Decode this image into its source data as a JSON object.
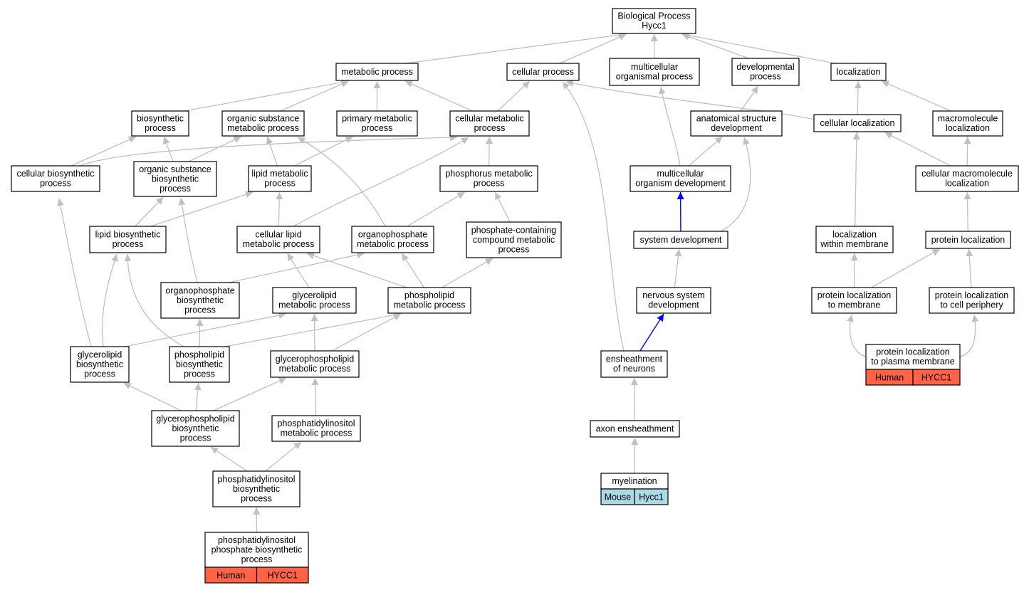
{
  "colors": {
    "edge_default": "#c0c0c0",
    "edge_highlight": "#0000ff",
    "human_tag": "#ff6347",
    "mouse_tag": "#add8e6"
  },
  "nodes": [
    {
      "id": "bp",
      "lines": [
        "Biological Process",
        "Hycc1"
      ]
    },
    {
      "id": "metabolic",
      "lines": [
        "metabolic process"
      ]
    },
    {
      "id": "cellular",
      "lines": [
        "cellular process"
      ]
    },
    {
      "id": "multicellular_org",
      "lines": [
        "multicellular",
        "organismal process"
      ]
    },
    {
      "id": "developmental",
      "lines": [
        "developmental",
        "process"
      ]
    },
    {
      "id": "localization",
      "lines": [
        "localization"
      ]
    },
    {
      "id": "biosynthetic",
      "lines": [
        "biosynthetic",
        "process"
      ]
    },
    {
      "id": "org_sub_met",
      "lines": [
        "organic substance",
        "metabolic process"
      ]
    },
    {
      "id": "primary_met",
      "lines": [
        "primary metabolic",
        "process"
      ]
    },
    {
      "id": "cell_met",
      "lines": [
        "cellular metabolic",
        "process"
      ]
    },
    {
      "id": "anat_dev",
      "lines": [
        "anatomical structure",
        "development"
      ]
    },
    {
      "id": "cell_loc",
      "lines": [
        "cellular localization"
      ]
    },
    {
      "id": "macro_loc",
      "lines": [
        "macromolecule",
        "localization"
      ]
    },
    {
      "id": "cell_bios",
      "lines": [
        "cellular biosynthetic",
        "process"
      ]
    },
    {
      "id": "org_sub_bios",
      "lines": [
        "organic substance",
        "biosynthetic",
        "process"
      ]
    },
    {
      "id": "lipid_met",
      "lines": [
        "lipid metabolic",
        "process"
      ]
    },
    {
      "id": "phos_met",
      "lines": [
        "phosphorus metabolic",
        "process"
      ]
    },
    {
      "id": "multi_dev",
      "lines": [
        "multicellular",
        "organism development"
      ]
    },
    {
      "id": "cell_macro_loc",
      "lines": [
        "cellular macromolecule",
        "localization"
      ]
    },
    {
      "id": "lipid_bios",
      "lines": [
        "lipid biosynthetic",
        "process"
      ]
    },
    {
      "id": "cell_lipid_met",
      "lines": [
        "cellular lipid",
        "metabolic process"
      ]
    },
    {
      "id": "orgphos_met",
      "lines": [
        "organophosphate",
        "metabolic process"
      ]
    },
    {
      "id": "phoscont_met",
      "lines": [
        "phosphate-containing",
        "compound metabolic",
        "process"
      ]
    },
    {
      "id": "sys_dev",
      "lines": [
        "system development"
      ]
    },
    {
      "id": "loc_memb",
      "lines": [
        "localization",
        "within membrane"
      ]
    },
    {
      "id": "prot_loc",
      "lines": [
        "protein localization"
      ]
    },
    {
      "id": "orgphos_bios",
      "lines": [
        "organophosphate",
        "biosynthetic",
        "process"
      ]
    },
    {
      "id": "glyc_met",
      "lines": [
        "glycerolipid",
        "metabolic process"
      ]
    },
    {
      "id": "phlip_met",
      "lines": [
        "phospholipid",
        "metabolic process"
      ]
    },
    {
      "id": "nerv_dev",
      "lines": [
        "nervous system",
        "development"
      ]
    },
    {
      "id": "prot_loc_memb",
      "lines": [
        "protein localization",
        "to membrane"
      ]
    },
    {
      "id": "prot_loc_peri",
      "lines": [
        "protein localization",
        "to cell periphery"
      ]
    },
    {
      "id": "glyc_bios",
      "lines": [
        "glycerolipid",
        "biosynthetic",
        "process"
      ]
    },
    {
      "id": "phlip_bios",
      "lines": [
        "phospholipid",
        "biosynthetic",
        "process"
      ]
    },
    {
      "id": "gphlip_met",
      "lines": [
        "glycerophospholipid",
        "metabolic process"
      ]
    },
    {
      "id": "enshe_neur",
      "lines": [
        "ensheathment",
        "of neurons"
      ]
    },
    {
      "id": "prot_loc_pm",
      "lines": [
        "protein localization",
        "to plasma membrane"
      ],
      "tags": [
        {
          "species": "Human",
          "gene": "HYCC1",
          "kind": "human"
        }
      ]
    },
    {
      "id": "gphlip_bios",
      "lines": [
        "glycerophospholipid",
        "biosynthetic",
        "process"
      ]
    },
    {
      "id": "pi_met",
      "lines": [
        "phosphatidylinositol",
        "metabolic process"
      ]
    },
    {
      "id": "axon_enshe",
      "lines": [
        "axon ensheathment"
      ]
    },
    {
      "id": "pi_bios",
      "lines": [
        "phosphatidylinositol",
        "biosynthetic",
        "process"
      ]
    },
    {
      "id": "myelination",
      "lines": [
        "myelination"
      ],
      "tags": [
        {
          "species": "Mouse",
          "gene": "Hycc1",
          "kind": "mouse"
        }
      ]
    },
    {
      "id": "pip_bios",
      "lines": [
        "phosphatidylinositol",
        "phosphate biosynthetic",
        "process"
      ],
      "tags": [
        {
          "species": "Human",
          "gene": "HYCC1",
          "kind": "human"
        }
      ]
    }
  ],
  "edges": [
    {
      "from": "metabolic",
      "to": "bp"
    },
    {
      "from": "cellular",
      "to": "bp"
    },
    {
      "from": "multicellular_org",
      "to": "bp"
    },
    {
      "from": "developmental",
      "to": "bp"
    },
    {
      "from": "localization",
      "to": "bp"
    },
    {
      "from": "biosynthetic",
      "to": "metabolic"
    },
    {
      "from": "org_sub_met",
      "to": "metabolic"
    },
    {
      "from": "primary_met",
      "to": "metabolic"
    },
    {
      "from": "cell_met",
      "to": "metabolic"
    },
    {
      "from": "cell_met",
      "to": "cellular"
    },
    {
      "from": "anat_dev",
      "to": "developmental"
    },
    {
      "from": "cell_loc",
      "to": "cellular"
    },
    {
      "from": "cell_loc",
      "to": "localization"
    },
    {
      "from": "macro_loc",
      "to": "localization"
    },
    {
      "from": "cell_bios",
      "to": "biosynthetic"
    },
    {
      "from": "cell_bios",
      "to": "cell_met"
    },
    {
      "from": "org_sub_bios",
      "to": "biosynthetic"
    },
    {
      "from": "org_sub_bios",
      "to": "org_sub_met"
    },
    {
      "from": "lipid_met",
      "to": "org_sub_met"
    },
    {
      "from": "lipid_met",
      "to": "primary_met"
    },
    {
      "from": "phos_met",
      "to": "cell_met"
    },
    {
      "from": "multi_dev",
      "to": "multicellular_org"
    },
    {
      "from": "multi_dev",
      "to": "anat_dev"
    },
    {
      "from": "cell_macro_loc",
      "to": "macro_loc"
    },
    {
      "from": "cell_macro_loc",
      "to": "cell_loc"
    },
    {
      "from": "lipid_bios",
      "to": "org_sub_bios"
    },
    {
      "from": "lipid_bios",
      "to": "lipid_met"
    },
    {
      "from": "cell_lipid_met",
      "to": "lipid_met"
    },
    {
      "from": "cell_lipid_met",
      "to": "cell_met"
    },
    {
      "from": "orgphos_met",
      "to": "org_sub_met"
    },
    {
      "from": "orgphos_met",
      "to": "phos_met"
    },
    {
      "from": "phoscont_met",
      "to": "phos_met"
    },
    {
      "from": "sys_dev",
      "to": "multi_dev",
      "highlight": true
    },
    {
      "from": "sys_dev",
      "to": "anat_dev"
    },
    {
      "from": "loc_memb",
      "to": "cell_loc"
    },
    {
      "from": "prot_loc",
      "to": "cell_macro_loc"
    },
    {
      "from": "orgphos_bios",
      "to": "org_sub_bios"
    },
    {
      "from": "orgphos_bios",
      "to": "orgphos_met"
    },
    {
      "from": "glyc_met",
      "to": "cell_lipid_met"
    },
    {
      "from": "phlip_met",
      "to": "cell_lipid_met"
    },
    {
      "from": "phlip_met",
      "to": "orgphos_met"
    },
    {
      "from": "phlip_met",
      "to": "phoscont_met"
    },
    {
      "from": "nerv_dev",
      "to": "sys_dev"
    },
    {
      "from": "prot_loc_memb",
      "to": "loc_memb"
    },
    {
      "from": "prot_loc_memb",
      "to": "prot_loc"
    },
    {
      "from": "prot_loc_peri",
      "to": "prot_loc"
    },
    {
      "from": "glyc_bios",
      "to": "cell_bios"
    },
    {
      "from": "glyc_bios",
      "to": "lipid_bios"
    },
    {
      "from": "glyc_bios",
      "to": "glyc_met"
    },
    {
      "from": "phlip_bios",
      "to": "lipid_bios"
    },
    {
      "from": "phlip_bios",
      "to": "orgphos_bios"
    },
    {
      "from": "phlip_bios",
      "to": "phlip_met"
    },
    {
      "from": "gphlip_met",
      "to": "glyc_met"
    },
    {
      "from": "gphlip_met",
      "to": "phlip_met"
    },
    {
      "from": "enshe_neur",
      "to": "nerv_dev",
      "highlight": true
    },
    {
      "from": "enshe_neur",
      "to": "cellular"
    },
    {
      "from": "prot_loc_pm",
      "to": "prot_loc_memb"
    },
    {
      "from": "prot_loc_pm",
      "to": "prot_loc_peri"
    },
    {
      "from": "gphlip_bios",
      "to": "glyc_bios"
    },
    {
      "from": "gphlip_bios",
      "to": "phlip_bios"
    },
    {
      "from": "gphlip_bios",
      "to": "gphlip_met"
    },
    {
      "from": "pi_met",
      "to": "gphlip_met"
    },
    {
      "from": "axon_enshe",
      "to": "enshe_neur"
    },
    {
      "from": "pi_bios",
      "to": "gphlip_bios"
    },
    {
      "from": "pi_bios",
      "to": "pi_met"
    },
    {
      "from": "myelination",
      "to": "axon_enshe"
    },
    {
      "from": "pip_bios",
      "to": "pi_bios"
    }
  ]
}
